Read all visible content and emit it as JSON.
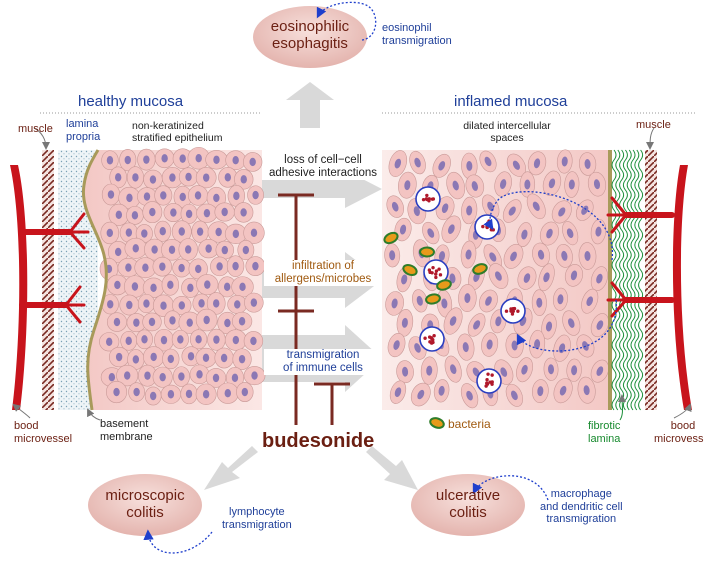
{
  "top": {
    "disease": "eosinophilic\nesophagitis",
    "note": "eosinophil\ntransmigration"
  },
  "left_panel": {
    "title": "healthy mucosa",
    "muscle": "muscle",
    "lamina_propria": "lamina\npropria",
    "epithelium": "non-keratinized\nstratified epithelium",
    "vessel": "bood\nmicrovessel",
    "basement": "basement\nmembrane"
  },
  "right_panel": {
    "title": "inflamed mucosa",
    "spaces": "dilated intercellular\nspaces",
    "muscle": "muscle",
    "bacteria": "bacteria",
    "fibrotic": "fibrotic\nlamina",
    "vessel": "bood\nmicrovessel"
  },
  "center": {
    "loss": "loss of cell−cell\nadhesive interactions",
    "infiltration": "infiltration of\nallergens/microbes",
    "transmigration": "transmigration\nof immune cells",
    "drug": "budesonide"
  },
  "bottom_left": {
    "disease": "microscopic\ncolitis",
    "note": "lymphocyte\ntransmigration"
  },
  "bottom_right": {
    "disease": "ulcerative\ncolitis",
    "note": "macrophage\nand dendritic cell\ntransmigration"
  },
  "colors": {
    "vessel_red": "#c8141c",
    "cell_pink": "#f3c4c2",
    "nucleus_purple": "#8b78b4",
    "ellipse_pink": "#ecc8c4",
    "arrow_gray": "#d9d9d9",
    "text_blue": "#1f3f99",
    "text_brown": "#6b1f12",
    "fibrotic_green": "#1c8f3a",
    "membrane_olive": "#a89a5a"
  }
}
